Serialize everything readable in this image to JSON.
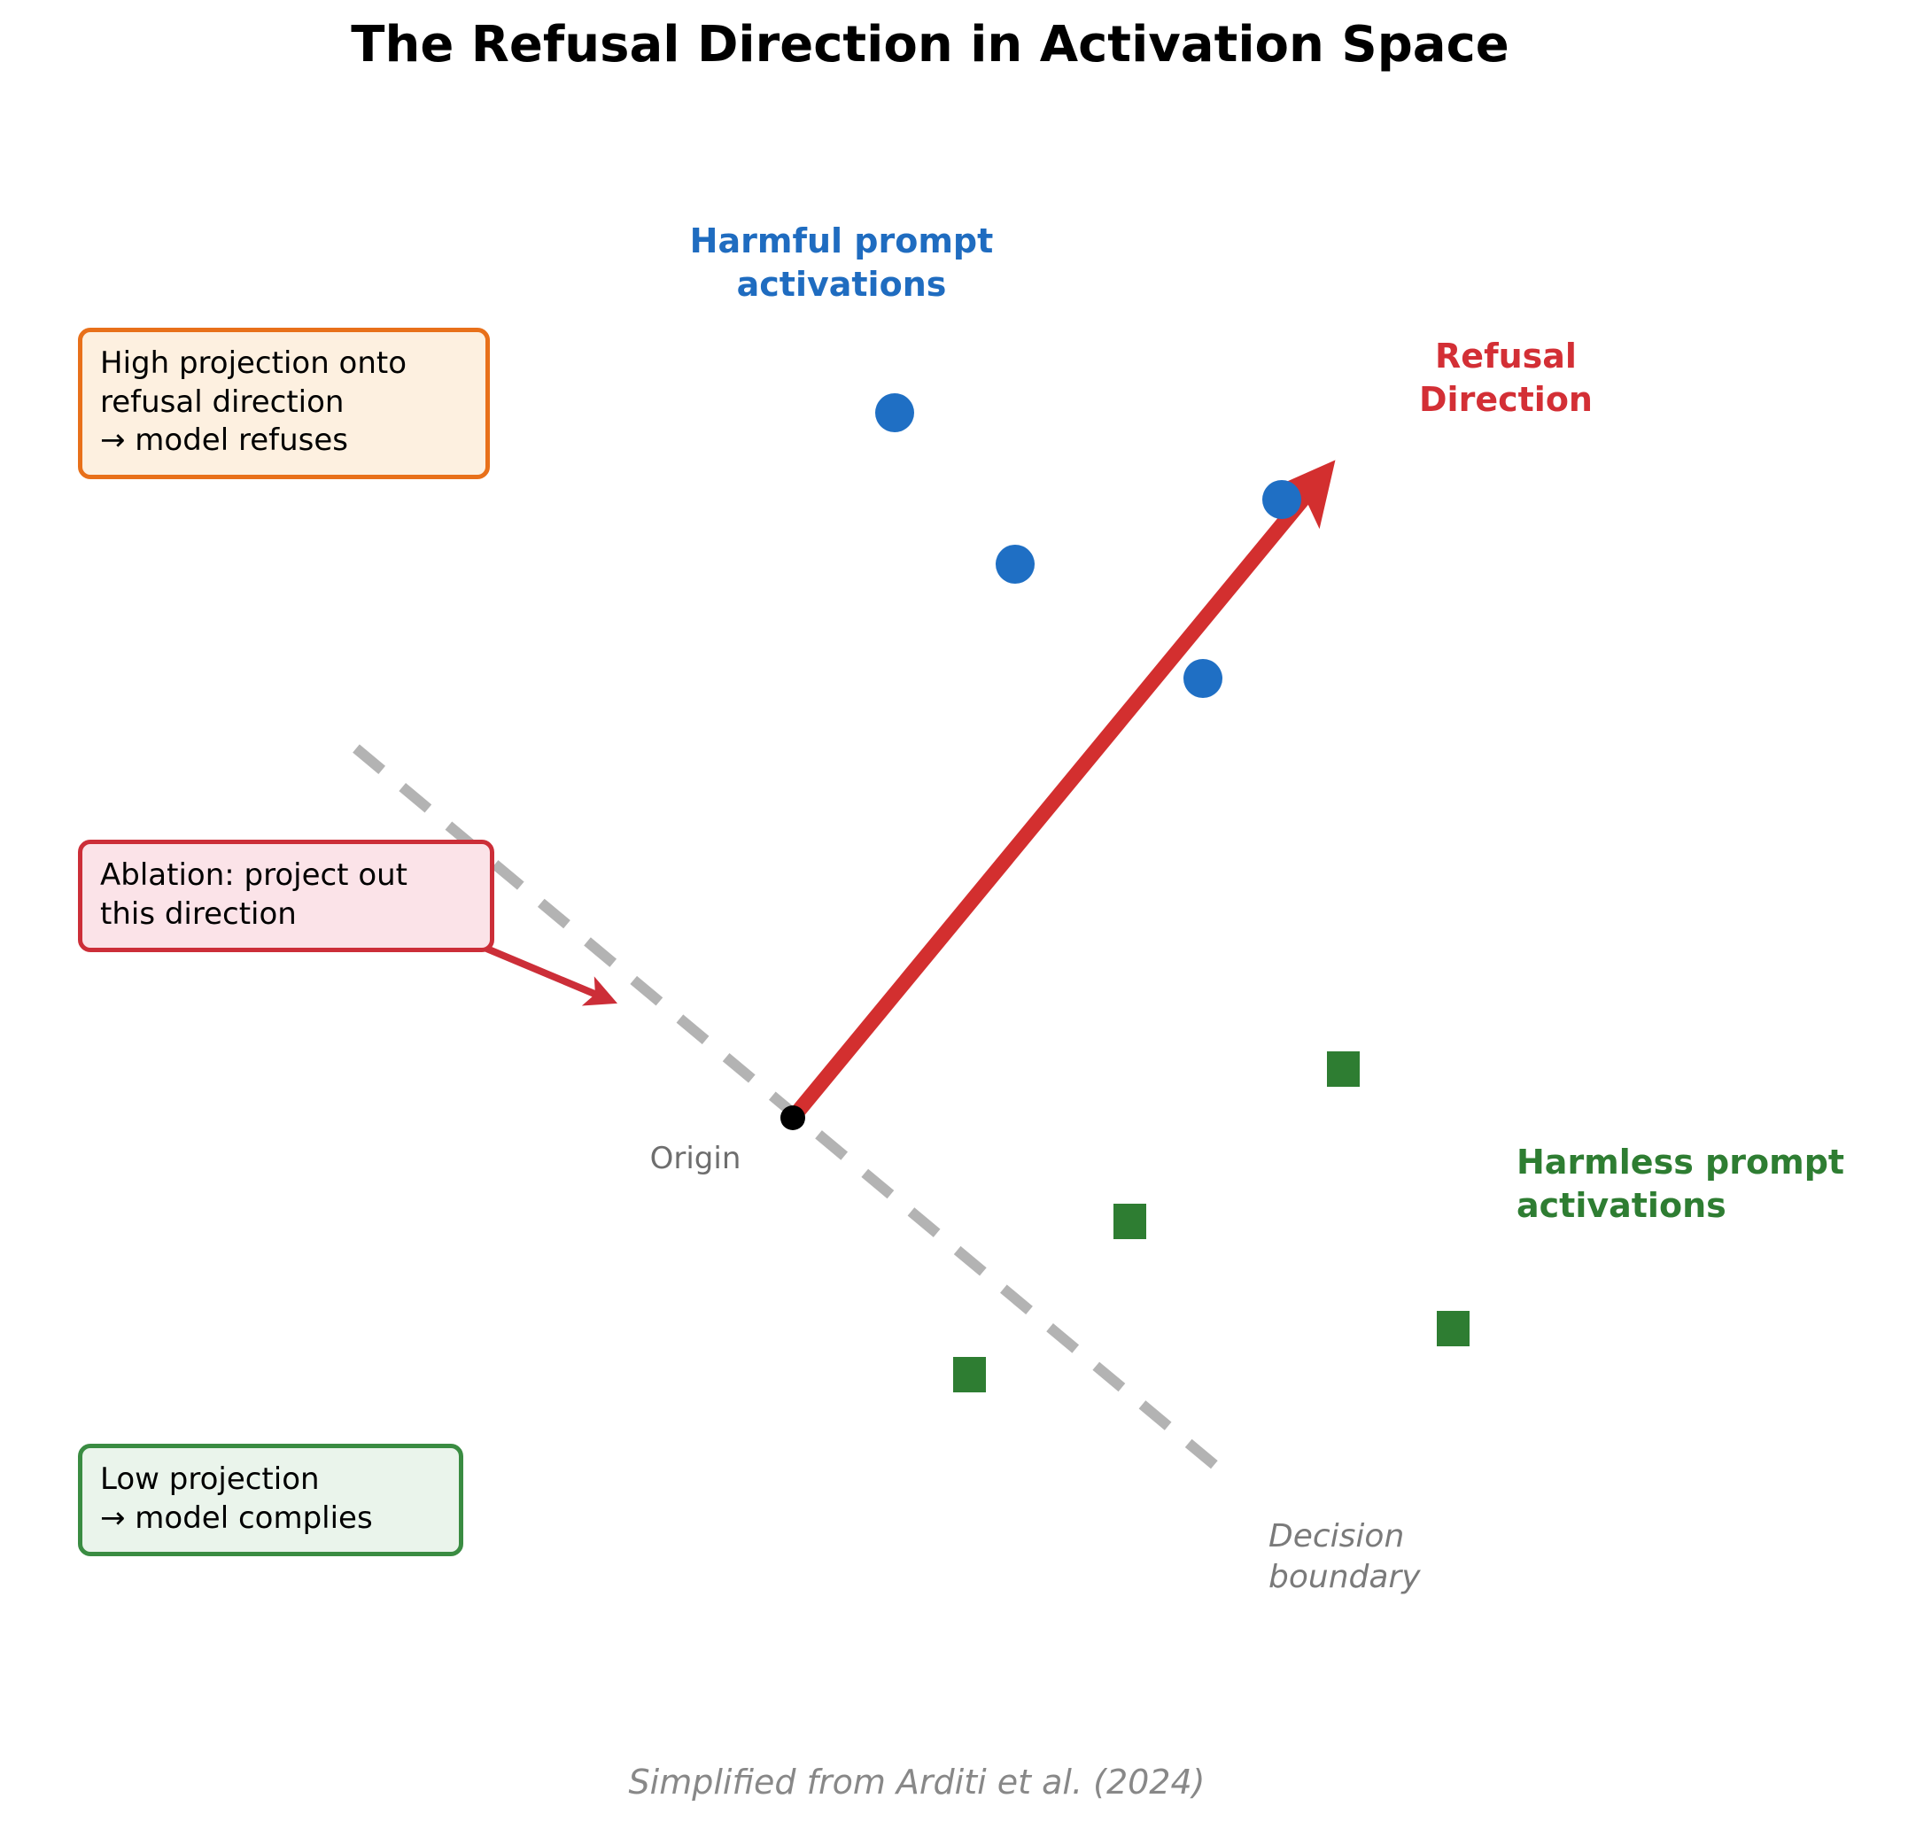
{
  "title": "The Refusal Direction in Activation Space",
  "caption": "Simplified from Arditi et al. (2024)",
  "labels": {
    "harmful": "Harmful prompt\nactivations",
    "harmless": "Harmless prompt\nactivations",
    "refusal_direction": "Refusal\nDirection",
    "origin": "Origin",
    "decision_boundary": "Decision\nboundary"
  },
  "callouts": [
    {
      "id": "high-projection",
      "text": "High projection onto\nrefusal direction\n→  model refuses",
      "border_color": "#E8701A",
      "fill_color": "#FDF0E0"
    },
    {
      "id": "ablation",
      "text": "Ablation: project out\nthis direction",
      "border_color": "#CC2E38",
      "fill_color": "#FBE3E8"
    },
    {
      "id": "low-projection",
      "text": "Low projection\n→  model complies",
      "border_color": "#3A8C42",
      "fill_color": "#EAF4EB"
    }
  ],
  "colors": {
    "harmful_blue": "#1F6FC4",
    "harmless_green": "#2E7D32",
    "refusal_red": "#D32F2F",
    "boundary_gray": "#B3B3B3",
    "origin_black": "#000000",
    "caption_gray": "#888888"
  },
  "chart_data": {
    "type": "scatter",
    "title": "The Refusal Direction in Activation Space",
    "xlabel": "",
    "ylabel": "",
    "grid": false,
    "legend": "inline-annotations",
    "series": [
      {
        "name": "Harmful prompt activations",
        "marker": "circle",
        "color": "#1F6FC4",
        "points": [
          {
            "x": 1010,
            "y": 466
          },
          {
            "x": 1146,
            "y": 637
          },
          {
            "x": 1447,
            "y": 564
          },
          {
            "x": 1358,
            "y": 766
          }
        ]
      },
      {
        "name": "Harmless prompt activations",
        "marker": "square",
        "color": "#2E7D32",
        "points": [
          {
            "x": 1516,
            "y": 1206
          },
          {
            "x": 1275,
            "y": 1379
          },
          {
            "x": 1094,
            "y": 1552
          },
          {
            "x": 1640,
            "y": 1500
          }
        ]
      }
    ],
    "annotations": [
      {
        "name": "refusal-direction-arrow",
        "type": "arrow",
        "color": "#D32F2F",
        "from": {
          "x": 895,
          "y": 1262
        },
        "to": {
          "x": 1502,
          "y": 527
        }
      },
      {
        "name": "decision-boundary",
        "type": "dashed-line",
        "color": "#B3B3B3",
        "from": {
          "x": 402,
          "y": 845
        },
        "to": {
          "x": 1388,
          "y": 1668
        }
      },
      {
        "name": "ablation-pointer-arrow",
        "type": "arrow",
        "color": "#CC2E38",
        "from": {
          "x": 528,
          "y": 1062
        },
        "to": {
          "x": 695,
          "y": 1132
        }
      },
      {
        "name": "origin-point",
        "type": "point",
        "color": "#000000",
        "at": {
          "x": 895,
          "y": 1262
        }
      }
    ]
  }
}
